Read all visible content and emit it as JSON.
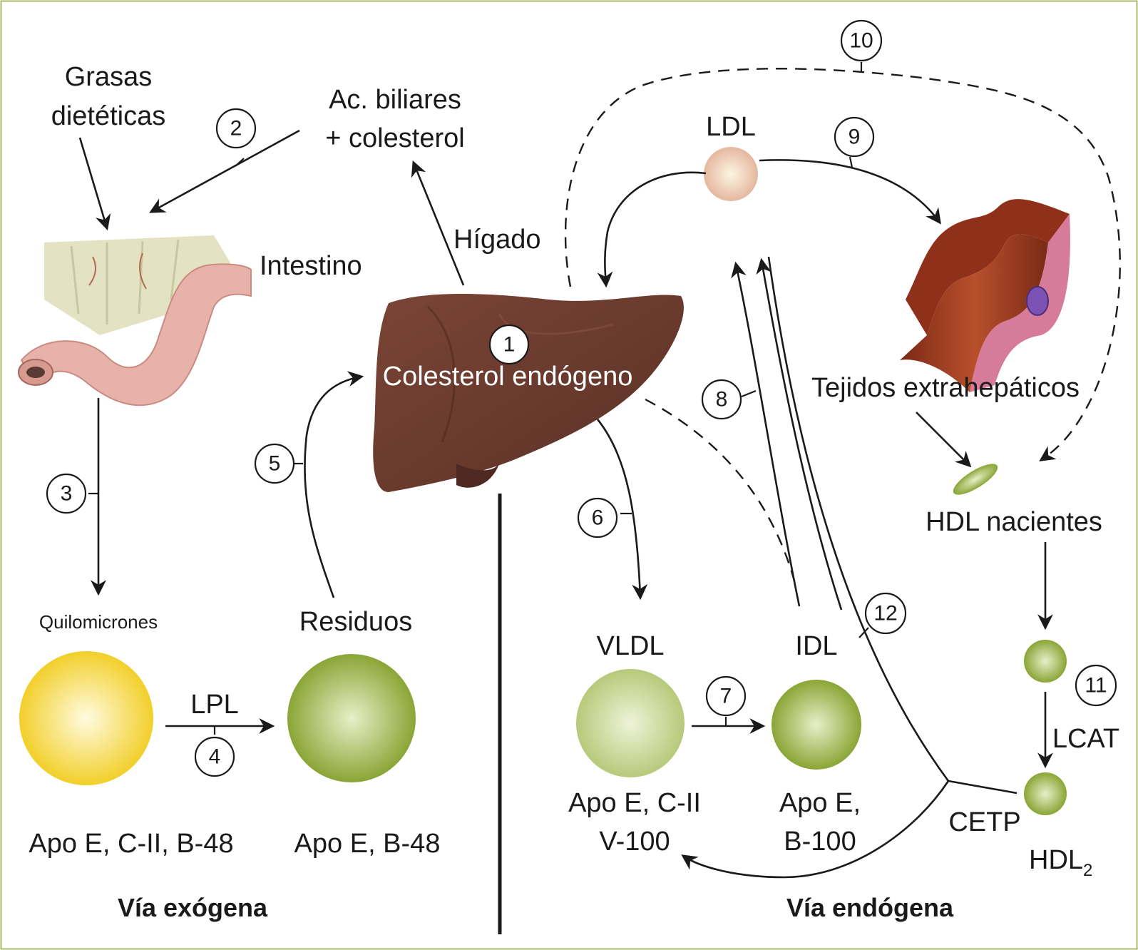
{
  "labels": {
    "grasas_1": "Grasas",
    "grasas_2": "dietéticas",
    "acidos_1": "Ac. biliares",
    "acidos_2": "+ colesterol",
    "intestino": "Intestino",
    "higado": "Hígado",
    "colesterol": "Colesterol endógeno",
    "ldl": "LDL",
    "tejidos": "Tejidos extrahepáticos",
    "hdl_nacientes": "HDL nacientes",
    "quilomicrones": "Quilomicrones",
    "residuos": "Residuos",
    "lpl": "LPL",
    "vldl": "VLDL",
    "idl": "IDL",
    "lcat": "LCAT",
    "cetp": "CETP",
    "hdl2_base": "HDL",
    "hdl2_sub": "2",
    "apo_quilo": "Apo E, C-II, B-48",
    "apo_res": "Apo E, B-48",
    "apo_vldl_1": "Apo E, C-II",
    "apo_vldl_2": "V-100",
    "apo_idl_1": "Apo E,",
    "apo_idl_2": "B-100",
    "via_exogena": "Vía exógena",
    "via_endogena": "Vía endógena"
  },
  "steps": [
    "1",
    "2",
    "3",
    "4",
    "5",
    "6",
    "7",
    "8",
    "9",
    "10",
    "11",
    "12"
  ],
  "colors": {
    "liver": "#6b3a2e",
    "liver_dark": "#4e2a22",
    "quilo_center": "#fff8c8",
    "quilo_edge": "#f2cf2a",
    "green_center": "#e2ebc0",
    "green_edge": "#7f9a2c",
    "ldl_center": "#fdf2dc",
    "ldl_edge": "#e8b89c",
    "vessel": "#9b3a1e",
    "vessel_wall": "#d77b9a",
    "cell": "#7c52b5",
    "intestine": "#e7b2aa",
    "mesentery": "#e3e2c3"
  },
  "icons": {
    "intestine": "intestine-illustration",
    "liver": "liver-illustration",
    "vessel": "blood-vessel-illustration"
  }
}
